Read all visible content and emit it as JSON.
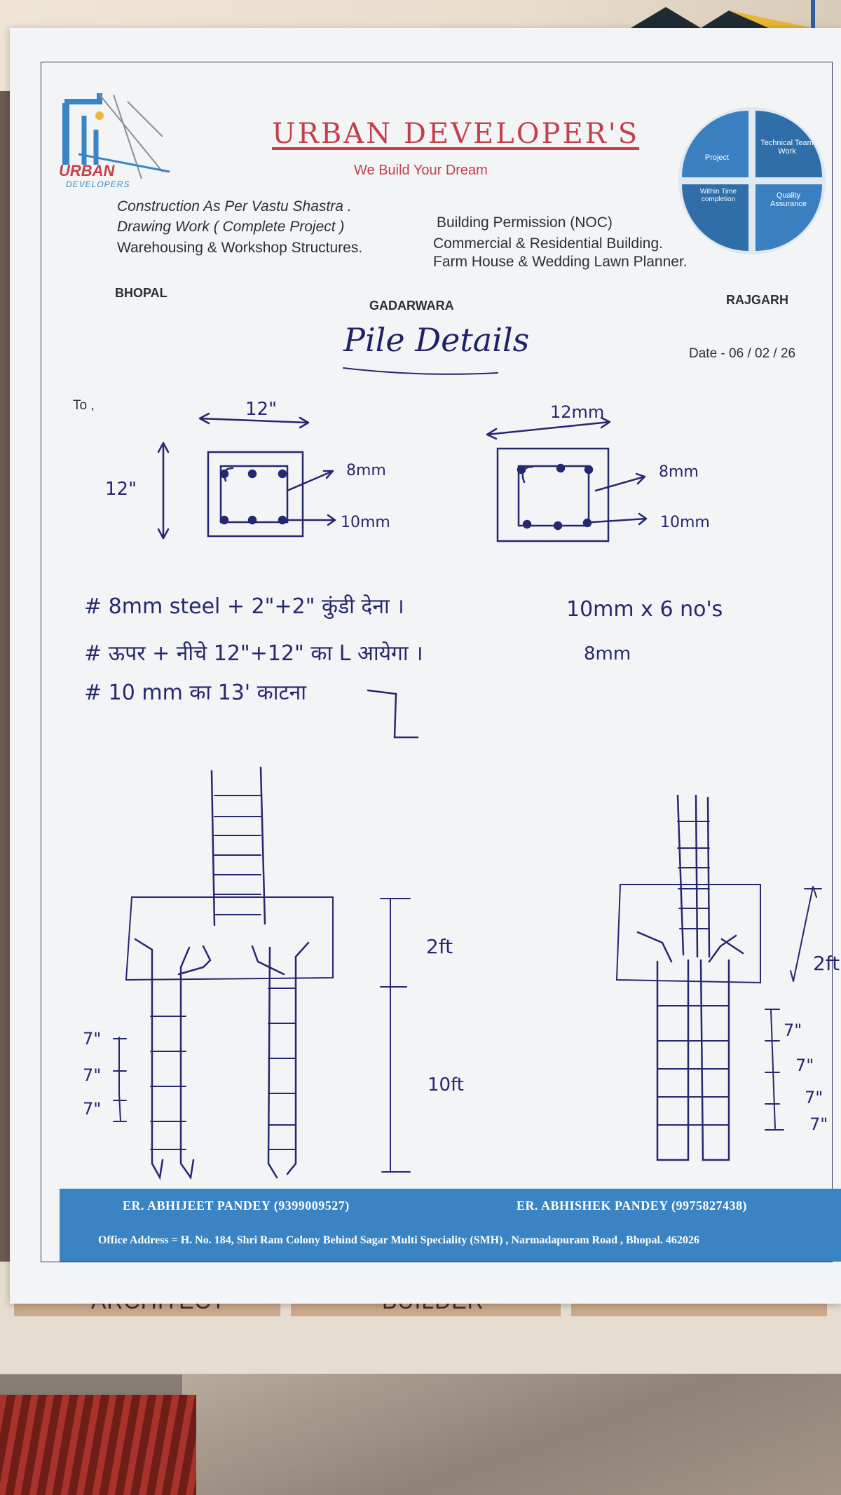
{
  "header": {
    "company_name": "URBAN  DEVELOPER'S",
    "tagline": "We Build Your Dream",
    "logo": {
      "word1": "URBAN",
      "word2": "DEVELOPERS"
    },
    "wheel": {
      "q1": "Project",
      "q2": "Technical Team Work",
      "q3": "Within Time completion",
      "q4": "Quality Assurance"
    },
    "services_left": [
      "Construction As Per Vastu Shastra .",
      "Drawing Work ( Complete Project )",
      "Warehousing & Workshop Structures."
    ],
    "services_right": [
      "Building Permission (NOC)",
      "Commercial & Residential Building.",
      "Farm House & Wedding Lawn Planner."
    ],
    "cities": {
      "left": "BHOPAL",
      "center": "GADARWARA",
      "right": "RAJGARH"
    },
    "date_label": "Date -",
    "date_value": "06 / 02 / 26",
    "to_label": "To ,"
  },
  "title": "Pile Details",
  "sections": {
    "left_width": "12\"",
    "left_height": "12\"",
    "left_stirrup": "8mm",
    "left_bar": "10mm",
    "right_width": "12mm",
    "right_stirrup": "8mm",
    "right_bar": "10mm"
  },
  "notes": [
    "# 8mm steel + 2\"+2\" कुंडी देना ।",
    "# ऊपर + नीचे 12\"+12\" का L आयेगा ।",
    "# 10 mm का 13' काटना"
  ],
  "right_notes": [
    "10mm x 6 no's",
    "8mm"
  ],
  "elevation": {
    "left_pitch": [
      "7\"",
      "7\"",
      "7\""
    ],
    "cap_depth": "2ft",
    "pile_length": "10ft",
    "right_cap_depth": "2ft",
    "right_pitch": [
      "7\"",
      "7\"",
      "7\"",
      "7\""
    ]
  },
  "footer": {
    "engineer1": "ER. ABHIJEET  PANDEY  (9399009527)",
    "engineer2": "ER. ABHISHEK  PANDEY  (9975827438)",
    "address": "Office Address = H. No. 184, Shri Ram Colony Behind Sagar Multi Speciality (SMH) , Narmadapuram Road , Bhopal. 462026"
  },
  "background_banner": {
    "left": "ARCHITECT",
    "right": "BUILDER"
  },
  "colors": {
    "brand_red": "#c2404b",
    "brand_blue": "#3a84c4",
    "ink": "#24286e"
  }
}
